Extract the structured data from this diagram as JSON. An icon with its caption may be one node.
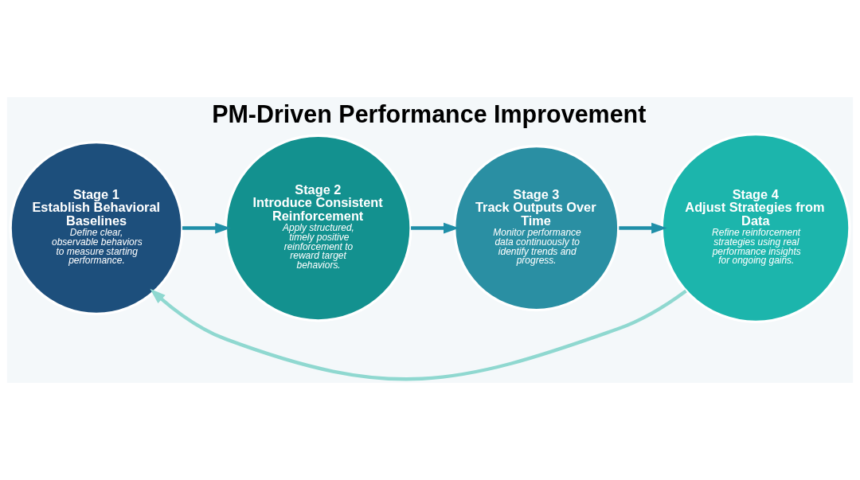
{
  "diagram": {
    "title": "PM-Driven Performance Improvement",
    "nodes": [
      {
        "text": [
          "Stage 1",
          "Establish Behavioral Baselines",
          "Define clear, observable behaviors to measure starting performance."
        ]
      },
      {
        "text": [
          "Stage 2",
          "Introduce Consistent Reinforcement",
          "Apply structured, timely positive reinforcement to reward target behaviors."
        ]
      },
      {
        "text": [
          "Stage 3",
          "Track Outputs Over Time",
          "Monitor performance data continuously to identify trends and progress."
        ]
      },
      {
        "text": [
          "Stage 4",
          "Adjust Strategies from Data",
          "Refine reinforcement strategies using real performance insights for ongoing gains."
        ]
      }
    ],
    "edges": [
      {
        "from": 0,
        "to": 1,
        "arrow": "to"
      },
      {
        "from": 1,
        "to": 2,
        "arrow": "to"
      },
      {
        "from": 2,
        "to": 3,
        "arrow": "to"
      },
      {
        "from": 3,
        "to": 0,
        "arrow": "to",
        "color": "#8fd8d0"
      }
    ]
  }
}
